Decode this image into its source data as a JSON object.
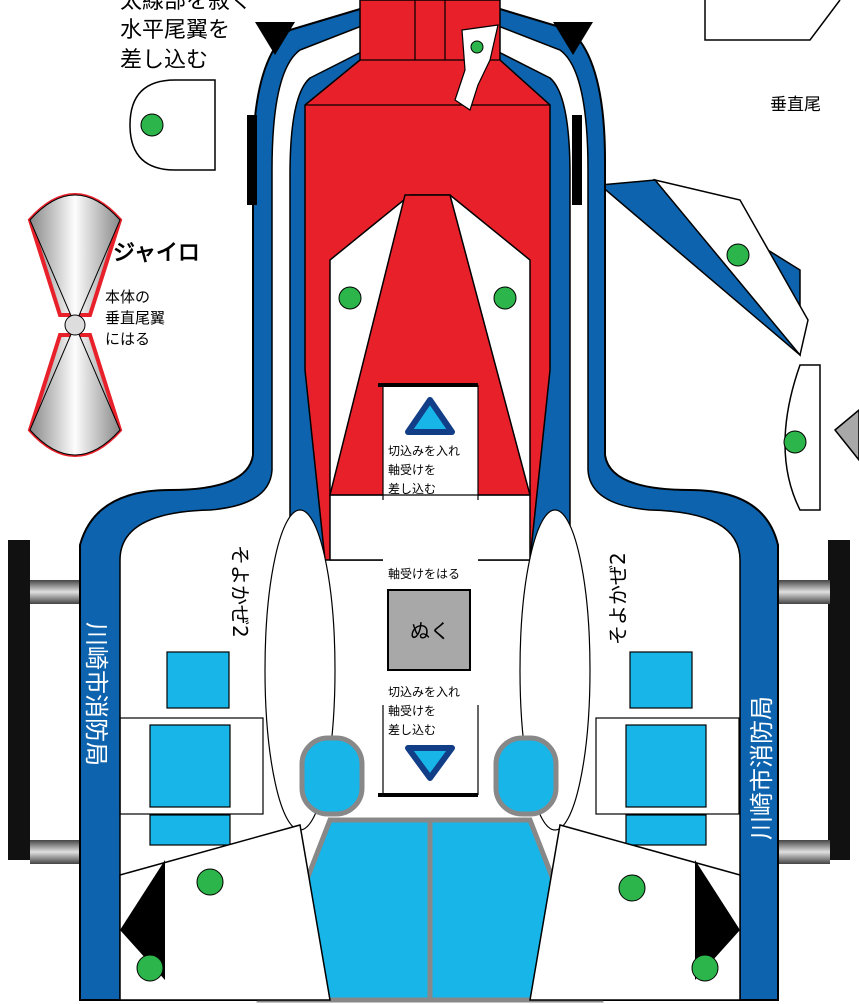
{
  "colors": {
    "blue": "#0d63ad",
    "red": "#e8202a",
    "cyan": "#18b5e8",
    "green": "#2bb54a",
    "grey": "#a8a8a8",
    "navy": "#123d87"
  },
  "instructions_top": {
    "line1": "太線部を寂く",
    "line2": "水平尾翼を",
    "line3": "差し込む"
  },
  "vertical_tail_label": "垂直尾",
  "gyro": {
    "title": "ジャイロ",
    "note_line1": "本体の",
    "note_line2": "垂直尾翼",
    "note_line3": "にはる"
  },
  "upper_slot": {
    "line1": "切込みを入れ",
    "line2": "軸受けを",
    "line3": "差し込む"
  },
  "bearing": {
    "label": "軸受けをはる",
    "cut_text": "ぬく"
  },
  "lower_slot": {
    "line1": "切込みを入れ",
    "line2": "軸受けを",
    "line3": "差し込む"
  },
  "side_name": "そよかぜ2",
  "side_org": "川崎市消防局",
  "icons": {
    "marker": "triangle-marker-icon",
    "dot": "green-dot-icon"
  }
}
